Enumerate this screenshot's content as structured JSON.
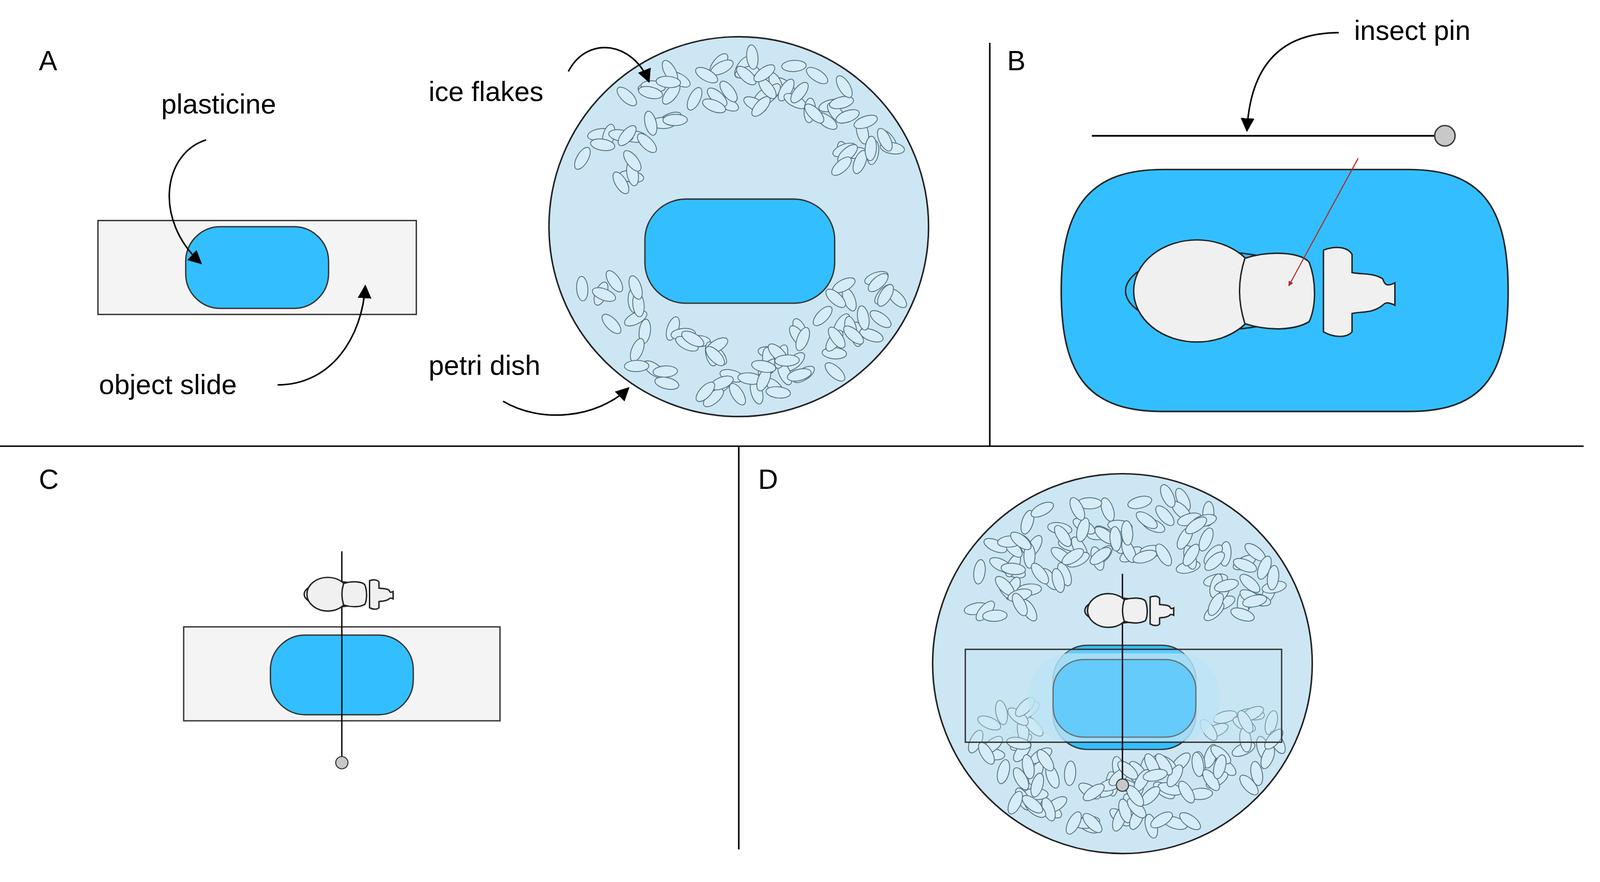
{
  "diagram": {
    "labels": [
      "A",
      "plasticine",
      "object slide",
      "ice flakes",
      "petri dish",
      "B",
      "insect pin",
      "C",
      "D"
    ]
  }
}
